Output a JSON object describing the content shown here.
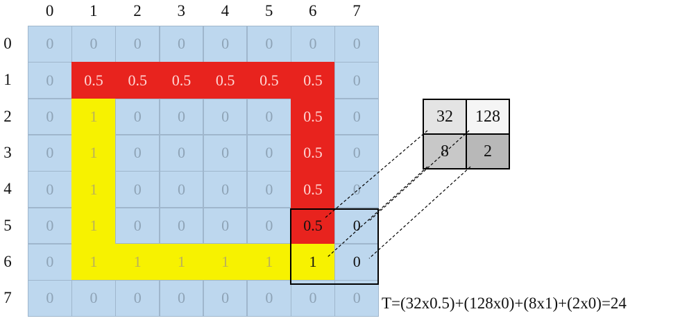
{
  "col_labels": [
    "0",
    "1",
    "2",
    "3",
    "4",
    "5",
    "6",
    "7"
  ],
  "row_labels": [
    "0",
    "1",
    "2",
    "3",
    "4",
    "5",
    "6",
    "7"
  ],
  "grid_values": [
    [
      "0",
      "0",
      "0",
      "0",
      "0",
      "0",
      "0",
      "0"
    ],
    [
      "0",
      "0.5",
      "0.5",
      "0.5",
      "0.5",
      "0.5",
      "0.5",
      "0"
    ],
    [
      "0",
      "1",
      "0",
      "0",
      "0",
      "0",
      "0.5",
      "0"
    ],
    [
      "0",
      "1",
      "0",
      "0",
      "0",
      "0",
      "0.5",
      "0"
    ],
    [
      "0",
      "1",
      "0",
      "0",
      "0",
      "0",
      "0.5",
      "0"
    ],
    [
      "0",
      "1",
      "0",
      "0",
      "0",
      "0",
      "0.5",
      "0"
    ],
    [
      "0",
      "1",
      "1",
      "1",
      "1",
      "1",
      "1",
      "0"
    ],
    [
      "0",
      "0",
      "0",
      "0",
      "0",
      "0",
      "0",
      "0"
    ]
  ],
  "grid_colors": [
    [
      "b",
      "b",
      "b",
      "b",
      "b",
      "b",
      "b",
      "b"
    ],
    [
      "b",
      "r",
      "r",
      "r",
      "r",
      "r",
      "r",
      "b"
    ],
    [
      "b",
      "y",
      "b",
      "b",
      "b",
      "b",
      "r",
      "b"
    ],
    [
      "b",
      "y",
      "b",
      "b",
      "b",
      "b",
      "r",
      "b"
    ],
    [
      "b",
      "y",
      "b",
      "b",
      "b",
      "b",
      "r",
      "b"
    ],
    [
      "b",
      "y",
      "b",
      "b",
      "b",
      "b",
      "r",
      "b"
    ],
    [
      "b",
      "y",
      "y",
      "y",
      "y",
      "y",
      "y",
      "b"
    ],
    [
      "b",
      "b",
      "b",
      "b",
      "b",
      "b",
      "b",
      "b"
    ]
  ],
  "colors": {
    "background_cell": "#bdd7ee",
    "red_cell": "#e8231e",
    "yellow_cell": "#f7f200",
    "kernel_light": "#e4e4e4",
    "kernel_white": "#f5f5f5",
    "kernel_mid": "#c8c8c8",
    "kernel_dark": "#b8b8b8"
  },
  "kernel": [
    [
      "32",
      "128"
    ],
    [
      "8",
      "2"
    ]
  ],
  "formula": "T=(32x0.5)+(128x0)+(8x1)+(2x0)=24"
}
